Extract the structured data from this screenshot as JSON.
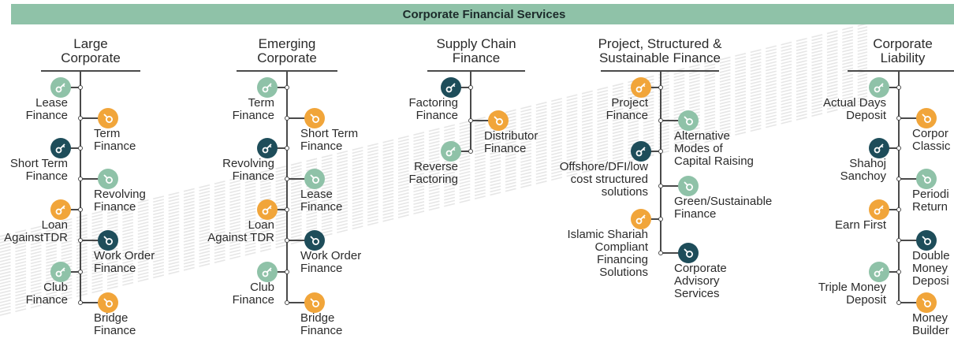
{
  "banner": {
    "title": "Corporate Financial Services"
  },
  "colors": {
    "teal_light": "#8fc2a8",
    "teal_dark": "#1e4d5a",
    "orange": "#f1a53a",
    "line": "#4a4a4a"
  },
  "icons": {
    "left_side": "key-icon",
    "right_side": "magnifier-icon"
  },
  "columns": [
    {
      "title": [
        "Large",
        "Corporate"
      ],
      "items": [
        {
          "side": "left",
          "color": "teal_light",
          "label": [
            "Lease",
            "Finance"
          ]
        },
        {
          "side": "right",
          "color": "orange",
          "label": [
            "Term",
            "Finance"
          ]
        },
        {
          "side": "left",
          "color": "teal_dark",
          "label": [
            "Short Term",
            "Finance"
          ]
        },
        {
          "side": "right",
          "color": "teal_light",
          "label": [
            "Revolving",
            "Finance"
          ]
        },
        {
          "side": "left",
          "color": "orange",
          "label": [
            "Loan",
            "AgainstTDR"
          ]
        },
        {
          "side": "right",
          "color": "teal_dark",
          "label": [
            "Work Order",
            "Finance"
          ]
        },
        {
          "side": "left",
          "color": "teal_light",
          "label": [
            "Club",
            "Finance"
          ]
        },
        {
          "side": "right",
          "color": "orange",
          "label": [
            "Bridge",
            "Finance"
          ]
        }
      ]
    },
    {
      "title": [
        "Emerging",
        "Corporate"
      ],
      "items": [
        {
          "side": "left",
          "color": "teal_light",
          "label": [
            "Term",
            "Finance"
          ]
        },
        {
          "side": "right",
          "color": "orange",
          "label": [
            "Short Term",
            "Finance"
          ]
        },
        {
          "side": "left",
          "color": "teal_dark",
          "label": [
            "Revolving",
            "Finance"
          ]
        },
        {
          "side": "right",
          "color": "teal_light",
          "label": [
            "Lease",
            "Finance"
          ]
        },
        {
          "side": "left",
          "color": "orange",
          "label": [
            "Loan",
            "Against TDR"
          ]
        },
        {
          "side": "right",
          "color": "teal_dark",
          "label": [
            "Work Order",
            "Finance"
          ]
        },
        {
          "side": "left",
          "color": "teal_light",
          "label": [
            "Club",
            "Finance"
          ]
        },
        {
          "side": "right",
          "color": "orange",
          "label": [
            "Bridge",
            "Finance"
          ]
        }
      ]
    },
    {
      "title": [
        "Supply Chain",
        "Finance"
      ],
      "items": [
        {
          "side": "left",
          "color": "teal_dark",
          "label": [
            "Factoring",
            "Finance"
          ]
        },
        {
          "side": "right",
          "color": "orange",
          "label": [
            "Distributor",
            "Finance"
          ]
        },
        {
          "side": "left",
          "color": "teal_light",
          "label": [
            "Reverse",
            "Factoring"
          ]
        }
      ]
    },
    {
      "title": [
        "Project, Structured &",
        "Sustainable Finance"
      ],
      "items": [
        {
          "side": "left",
          "color": "orange",
          "label": [
            "Project",
            "Finance"
          ]
        },
        {
          "side": "right",
          "color": "teal_light",
          "label": [
            "Alternative",
            "Modes of",
            "Capital Raising"
          ]
        },
        {
          "side": "left",
          "color": "teal_dark",
          "label": [
            "Offshore/DFI/low",
            "cost structured",
            "solutions"
          ]
        },
        {
          "side": "right",
          "color": "teal_light",
          "label": [
            "Green/Sustainable",
            "Finance"
          ]
        },
        {
          "side": "left",
          "color": "orange",
          "label": [
            "Islamic Shariah",
            "Compliant",
            "Financing",
            "Solutions"
          ]
        },
        {
          "side": "right",
          "color": "teal_dark",
          "label": [
            "Corporate",
            "Advisory",
            "Services"
          ]
        }
      ]
    },
    {
      "title": [
        "Corporate",
        "Liability"
      ],
      "items": [
        {
          "side": "left",
          "color": "teal_light",
          "label": [
            "Actual Days",
            "Deposit"
          ]
        },
        {
          "side": "right",
          "color": "orange",
          "label": [
            "Corpor",
            "Classic"
          ]
        },
        {
          "side": "left",
          "color": "teal_dark",
          "label": [
            "Shahoj",
            "Sanchoy"
          ]
        },
        {
          "side": "right",
          "color": "teal_light",
          "label": [
            "Periodi",
            "Return"
          ]
        },
        {
          "side": "left",
          "color": "orange",
          "label": [
            "Earn First"
          ]
        },
        {
          "side": "right",
          "color": "teal_dark",
          "label": [
            "Double",
            "Money",
            "Deposi"
          ]
        },
        {
          "side": "left",
          "color": "teal_light",
          "label": [
            "Triple Money",
            "Deposit"
          ]
        },
        {
          "side": "right",
          "color": "orange",
          "label": [
            "Money",
            "Builder"
          ]
        }
      ]
    }
  ]
}
